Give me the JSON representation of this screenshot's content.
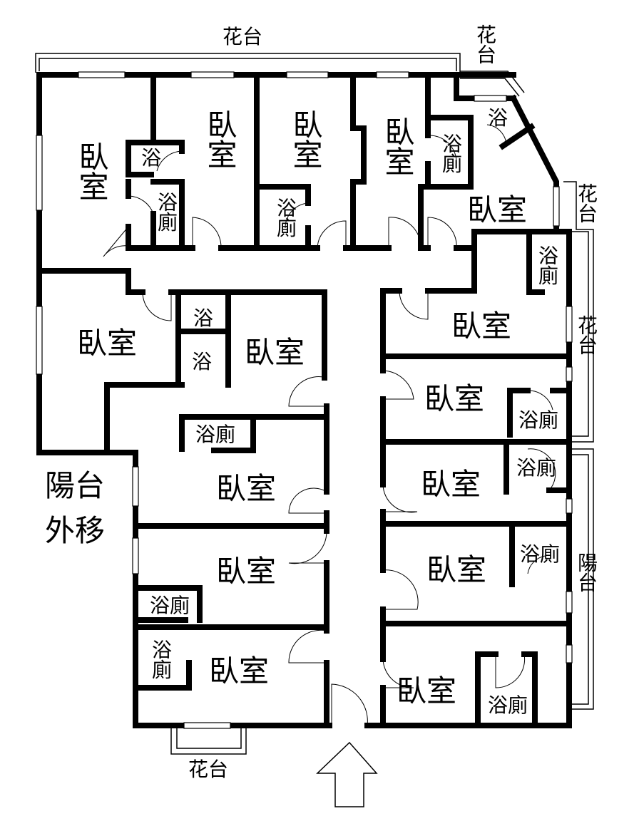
{
  "plan": {
    "labels": [
      "花台",
      "花台",
      "臥室",
      "浴",
      "浴廁",
      "臥室",
      "臥室",
      "浴廁",
      "臥室",
      "浴廁",
      "浴",
      "臥室",
      "花台",
      "浴廁",
      "臥室",
      "花台",
      "臥室",
      "浴",
      "浴",
      "臥室",
      "臥室",
      "浴廁",
      "浴廁",
      "陽台",
      "外移",
      "臥室",
      "臥室",
      "浴廁",
      "臥室",
      "臥室",
      "浴廁",
      "陽台",
      "浴廁",
      "浴廁",
      "臥室",
      "臥室",
      "浴廁",
      "花台"
    ],
    "entrance_icon": "up-arrow-icon"
  }
}
